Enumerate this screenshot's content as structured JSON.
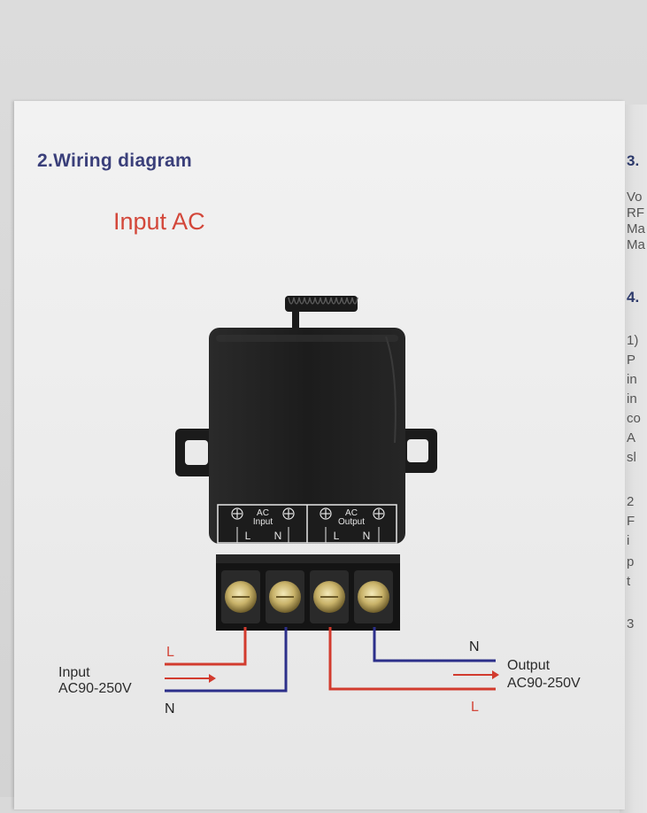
{
  "title": "2.Wiring diagram",
  "subtitle": "Input AC",
  "terminal_strip": {
    "left_group": {
      "label_line1": "AC",
      "label_line2": "Input",
      "pins": [
        "L",
        "N"
      ]
    },
    "right_group": {
      "label_line1": "AC",
      "label_line2": "Output",
      "pins": [
        "L",
        "N"
      ]
    }
  },
  "wires": {
    "input": {
      "label_line1": "Input",
      "label_line2": "AC90-250V",
      "top": "L",
      "bottom": "N"
    },
    "output": {
      "label_line1": "Output",
      "label_line2": "AC90-250V",
      "top": "N",
      "bottom": "L"
    }
  },
  "next_page_fragments": [
    "3.",
    "Vo",
    "RF",
    "Ma",
    "Ma",
    "4.",
    "1)",
    "P",
    "in",
    "in",
    "co",
    "A",
    "sl",
    "2",
    "F",
    "i",
    "p",
    "t",
    "3"
  ],
  "colors": {
    "title": "#3a3f7a",
    "accent_red": "#d3473a",
    "wire_red": "#d23b2e",
    "wire_blue": "#2c2f8a",
    "device": "#1e1e1e"
  }
}
